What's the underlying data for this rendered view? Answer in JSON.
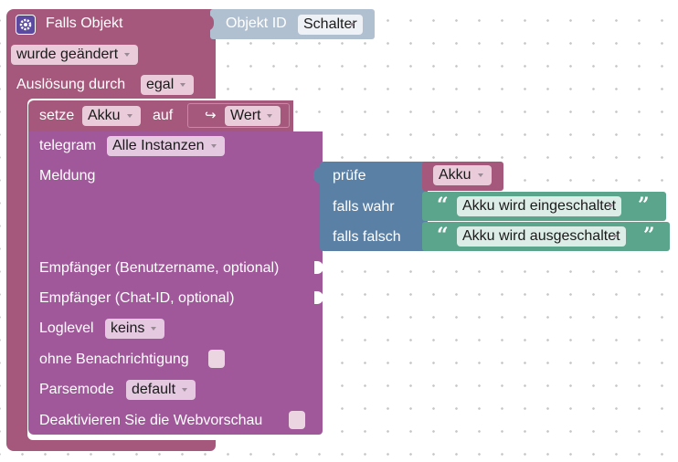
{
  "colors": {
    "trigger_block": "#a5587b",
    "telegram_block": "#a0589b",
    "logic_block": "#5b80a5",
    "text_block": "#5ba58c",
    "value_block": "#b1c0d1"
  },
  "trigger": {
    "title": "Falls Objekt",
    "changed_select": "wurde geändert",
    "trigger_label": "Auslösung durch",
    "trigger_select": "egal",
    "icon": "gear-icon"
  },
  "object_id": {
    "label": "Objekt ID",
    "value": "Schalter"
  },
  "set_var": {
    "label": "setze",
    "variable": "Akku",
    "to_label": "auf",
    "value_icon": "return-arrow-icon",
    "value_glyph": "↪",
    "value_select": "Wert"
  },
  "telegram": {
    "label": "telegram",
    "instance_select": "Alle Instanzen",
    "message_label": "Meldung",
    "username_label": "Empfänger (Benutzername, optional)",
    "chat_id_label": "Empfänger (Chat-ID, optional)",
    "loglevel_label": "Loglevel",
    "loglevel_select": "keins",
    "silent_label": "ohne Benachrichtigung",
    "parsemode_label": "Parsemode",
    "parsemode_select": "default",
    "disable_preview_label": "Deaktivieren Sie die Webvorschau"
  },
  "ternary": {
    "test_label": "prüfe",
    "test_var": "Akku",
    "if_true_label": "falls wahr",
    "if_false_label": "falls falsch",
    "true_text": "Akku wird eingeschaltet",
    "false_text": "Akku wird ausgeschaltet",
    "open_quote": "“",
    "close_quote": "”"
  }
}
